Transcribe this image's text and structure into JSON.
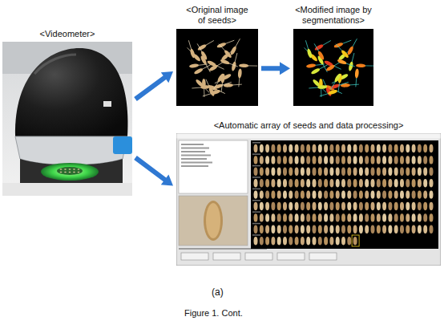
{
  "diagram": {
    "caption": "Figure 1. Cont.",
    "nodes": [
      {
        "text": [
          "<Videometer>"
        ]
      },
      {
        "text": [
          "<Original image of seeds>"
        ]
      },
      {
        "text": [
          "<Modified image by segmentations>"
        ]
      },
      {
        "text": [
          "<Automatic array of seeds and data processing>"
        ]
      }
    ],
    "edges": [
      {
        "from": 0,
        "to": 1,
        "arrow": "to"
      },
      {
        "from": 1,
        "to": 2,
        "arrow": "to"
      },
      {
        "from": 0,
        "to": 3,
        "arrow": "to"
      }
    ],
    "labels": [
      "(a)"
    ]
  }
}
